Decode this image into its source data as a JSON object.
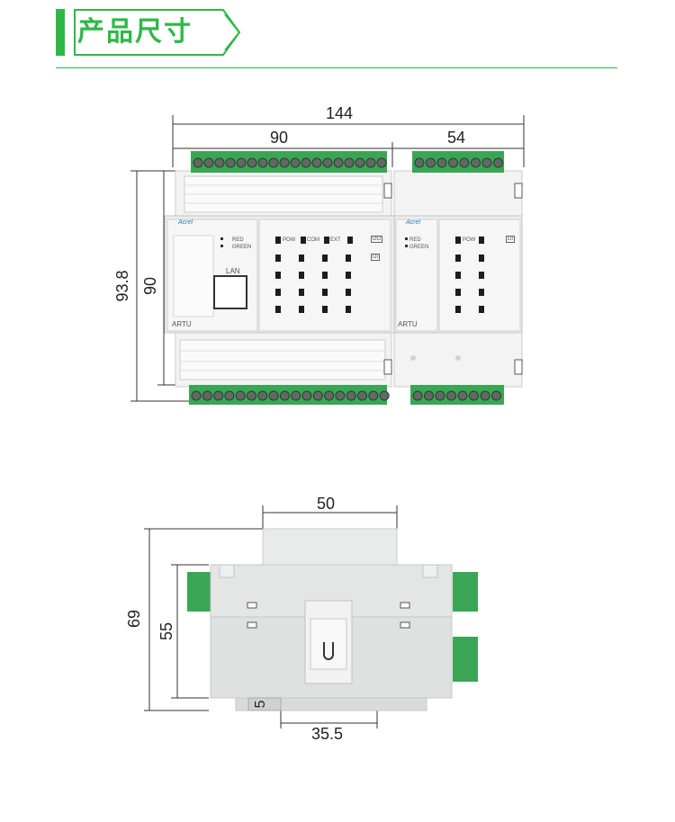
{
  "header": {
    "title": "产品尺寸"
  },
  "front_view": {
    "dims": {
      "total_width": "144",
      "left_module_width": "90",
      "right_module_width": "54",
      "total_height": "93.8",
      "body_height": "90"
    },
    "left_module": {
      "brand": "Acrel",
      "model": "ARTU",
      "lan_label": "LAN",
      "red_label": "RED",
      "green_label": "GREEN",
      "pow": "POW",
      "com": "COM",
      "ext": "EXT",
      "do_badge": "DO",
      "di_badge": "DI"
    },
    "right_module": {
      "brand": "Acrel",
      "model": "ARTU",
      "red_label": "RED",
      "green_label": "GREEN",
      "pow": "POW",
      "di_badge": "DI"
    }
  },
  "side_view": {
    "dims": {
      "top_width": "50",
      "total_height": "69",
      "body_height": "55",
      "foot_height": "5",
      "rail_width": "35.5"
    }
  },
  "colors": {
    "accent": "#2fb847",
    "terminal": "#3aa655",
    "body": "#eceeed"
  }
}
